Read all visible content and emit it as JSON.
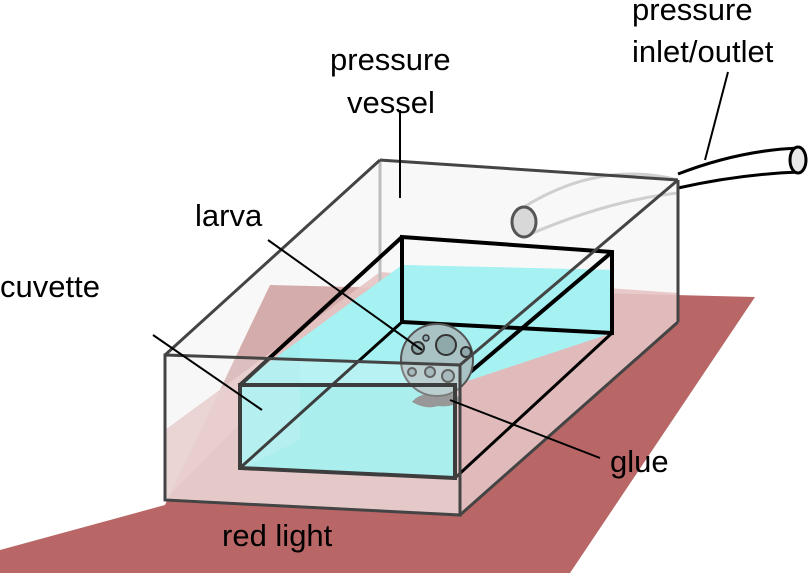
{
  "labels": {
    "pressure_inlet_line1": "pressure",
    "pressure_inlet_line2": "inlet/outlet",
    "pressure_vessel_line1": "pressure",
    "pressure_vessel_line2": "vessel",
    "larva": "larva",
    "cuvette": "cuvette",
    "glue": "glue",
    "red_light": "red light"
  },
  "colors": {
    "red_light": "#b86666",
    "vessel_tint": "#f2f2f2",
    "water": "#a6f2f2",
    "water_front": "#8fecec",
    "larva": "#a9c2c4",
    "glue": "#7a7a7a",
    "line": "#000000"
  }
}
